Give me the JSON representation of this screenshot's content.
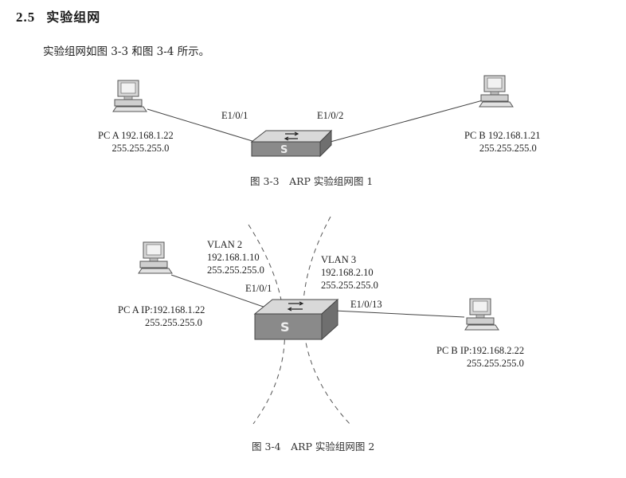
{
  "section": {
    "number": "2.5",
    "title": "实验组网"
  },
  "intro": "实验组网如图 3-3 和图 3-4 所示。",
  "fig1": {
    "caption": "图 3-3　ARP 实验组网图 1",
    "port_left": "E1/0/1",
    "port_right": "E1/0/2",
    "pc_a": {
      "line1": "PC A 192.168.1.22",
      "line2": "255.255.255.0"
    },
    "pc_b": {
      "line1": "PC B 192.168.1.21",
      "line2": "255.255.255.0"
    }
  },
  "fig2": {
    "caption": "图 3-4　ARP 实验组网图 2",
    "vlan2": {
      "name": "VLAN 2",
      "ip": "192.168.1.10",
      "mask": "255.255.255.0"
    },
    "vlan3": {
      "name": "VLAN 3",
      "ip": "192.168.2.10",
      "mask": "255.255.255.0"
    },
    "port_left": "E1/0/1",
    "port_right": "E1/0/13",
    "pc_a": {
      "line1": "PC A  IP:192.168.1.22",
      "line2": "255.255.255.0"
    },
    "pc_b": {
      "line1": "PC B  IP:192.168.2.22",
      "line2": "255.255.255.0"
    }
  }
}
